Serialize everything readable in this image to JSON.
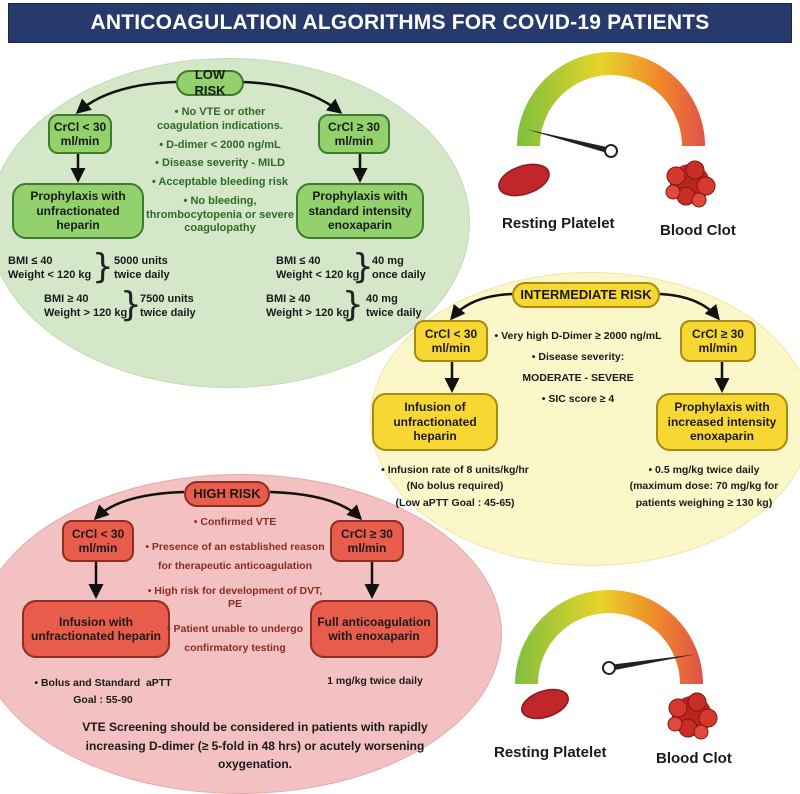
{
  "title": "ANTICOAGULATION ALGORITHMS FOR COVID-19 PATIENTS",
  "low": {
    "label": "LOW RISK",
    "crcl_left": "CrCl < 30 ml/min",
    "crcl_right": "CrCl  ≥ 30 ml/min",
    "box_left": "Prophylaxis with unfractionated heparin",
    "box_right": "Prophylaxis with standard intensity enoxaparin",
    "criteria": [
      "• No VTE or other coagulation indications.",
      "• D-dimer < 2000 ng/mL",
      "• Disease severity - MILD",
      "• Acceptable bleeding risk",
      "• No bleeding, thrombocytopenia or severe coagulopathy"
    ],
    "left_dose1_cond": "BMI ≤ 40\nWeight < 120 kg",
    "left_dose1": "5000 units\ntwice daily",
    "left_dose2_cond": "BMI ≥ 40\nWeight > 120 kg",
    "left_dose2": "7500 units\ntwice daily",
    "right_dose1_cond": "BMI ≤ 40\nWeight < 120 kg",
    "right_dose1": "40 mg\nonce daily",
    "right_dose2_cond": "BMI ≥ 40\nWeight > 120 kg",
    "right_dose2": "40 mg\ntwice daily"
  },
  "intermediate": {
    "label": "INTERMEDIATE RISK",
    "crcl_left": "CrCl < 30 ml/min",
    "crcl_right": "CrCl  ≥ 30 ml/min",
    "box_left": "Infusion of unfractionated heparin",
    "box_right": "Prophylaxis with increased intensity enoxaparin",
    "criteria": [
      "• Very high D-Dimer ≥ 2000 ng/mL",
      "• Disease severity:",
      "MODERATE - SEVERE",
      "• SIC score ≥ 4"
    ],
    "left_note": "• Infusion rate of 8 units/kg/hr\n(No bolus required)\n(Low aPTT Goal : 45-65)",
    "right_note": "• 0.5 mg/kg twice daily\n(maximum dose: 70 mg/kg for\npatients weighing ≥ 130 kg)"
  },
  "high": {
    "label": "HIGH RISK",
    "crcl_left": "CrCl < 30 ml/min",
    "crcl_right": "CrCl  ≥ 30 ml/min",
    "box_left": "Infusion with unfractionated heparin",
    "box_right": "Full anticoagulation with  enoxaparin",
    "criteria": [
      "• Confirmed VTE",
      "• Presence of an established reason for therapeutic anticoagulation",
      "• High risk for development of DVT, PE",
      "• Patient unable to undergo confirmatory testing"
    ],
    "left_note": "• Bolus and Standard  aPTT\nGoal : 55-90",
    "right_note": "1 mg/kg twice daily",
    "screening": "VTE Screening should be considered in patients with rapidly increasing D-dimer (≥ 5-fold in 48 hrs) or acutely worsening oxygenation."
  },
  "gauge_top": {
    "left_caption": "Resting Platelet",
    "right_caption": "Blood Clot",
    "level": 0.08
  },
  "gauge_bottom": {
    "left_caption": "Resting Platelet",
    "right_caption": "Blood Clot",
    "level": 0.95
  },
  "colors": {
    "banner": "#283a6c",
    "green": "#92d16b",
    "yellow": "#f7d733",
    "red": "#e85c4b"
  }
}
